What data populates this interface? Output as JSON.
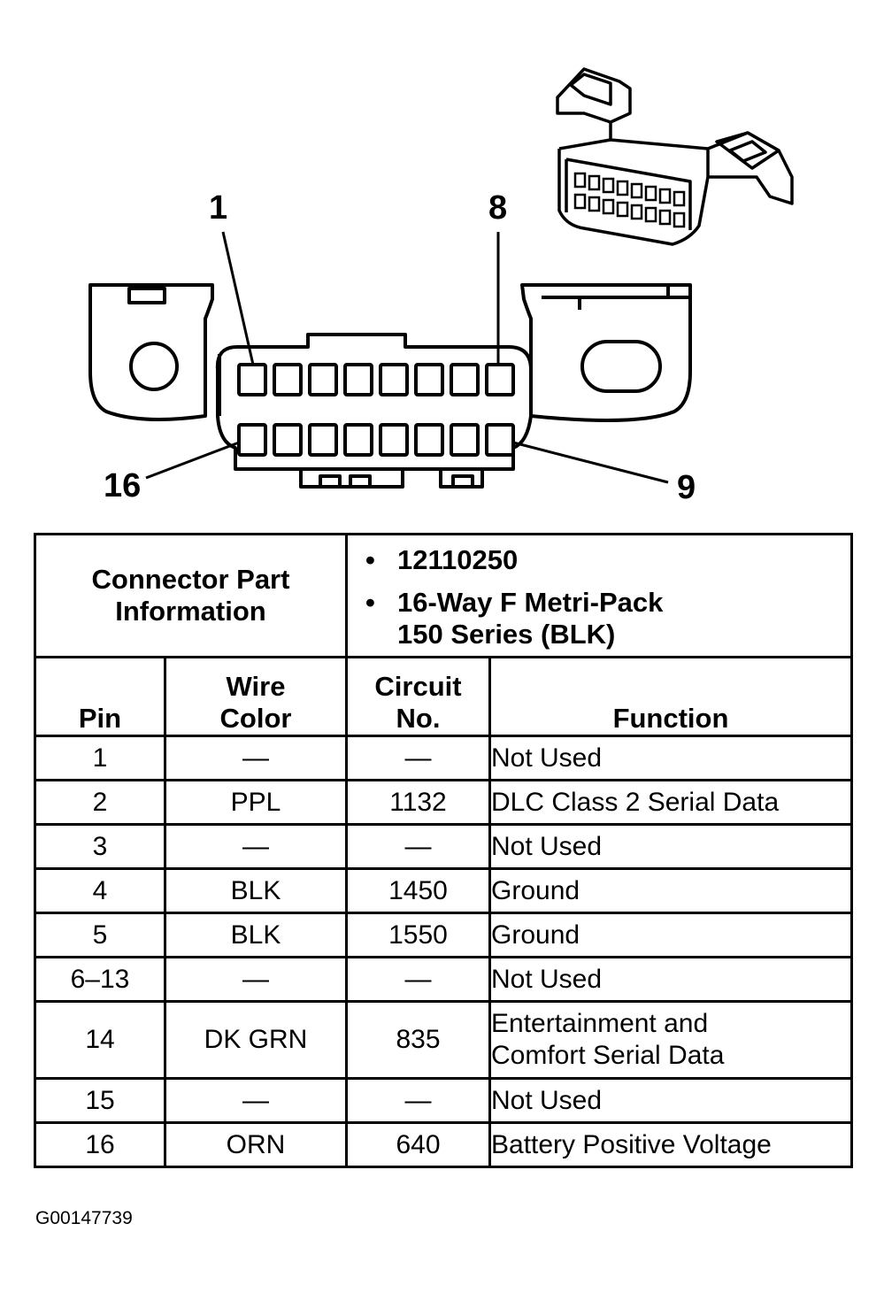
{
  "pin_callouts": [
    "1",
    "8",
    "16",
    "9"
  ],
  "connector_info": {
    "label": "Connector Part Information",
    "items": [
      "12110250",
      "16-Way F Metri-Pack",
      "150 Series (BLK)"
    ]
  },
  "table": {
    "headers": {
      "pin": "Pin",
      "wire_color": [
        "Wire",
        "Color"
      ],
      "circuit": [
        "Circuit",
        "No."
      ],
      "function": "Function"
    },
    "rows": [
      {
        "pin": "1",
        "wire": "—",
        "circuit": "—",
        "function": [
          "Not Used"
        ]
      },
      {
        "pin": "2",
        "wire": "PPL",
        "circuit": "1132",
        "function": [
          "DLC Class 2 Serial Data"
        ]
      },
      {
        "pin": "3",
        "wire": "—",
        "circuit": "—",
        "function": [
          "Not Used"
        ]
      },
      {
        "pin": "4",
        "wire": "BLK",
        "circuit": "1450",
        "function": [
          "Ground"
        ]
      },
      {
        "pin": "5",
        "wire": "BLK",
        "circuit": "1550",
        "function": [
          "Ground"
        ]
      },
      {
        "pin": "6–13",
        "wire": "—",
        "circuit": "—",
        "function": [
          "Not Used"
        ]
      },
      {
        "pin": "14",
        "wire": "DK GRN",
        "circuit": "835",
        "function": [
          "Entertainment and",
          "Comfort Serial Data"
        ]
      },
      {
        "pin": "15",
        "wire": "—",
        "circuit": "—",
        "function": [
          "Not Used"
        ]
      },
      {
        "pin": "16",
        "wire": "ORN",
        "circuit": "640",
        "function": [
          "Battery Positive Voltage"
        ]
      }
    ]
  },
  "figure_id": "G00147739"
}
